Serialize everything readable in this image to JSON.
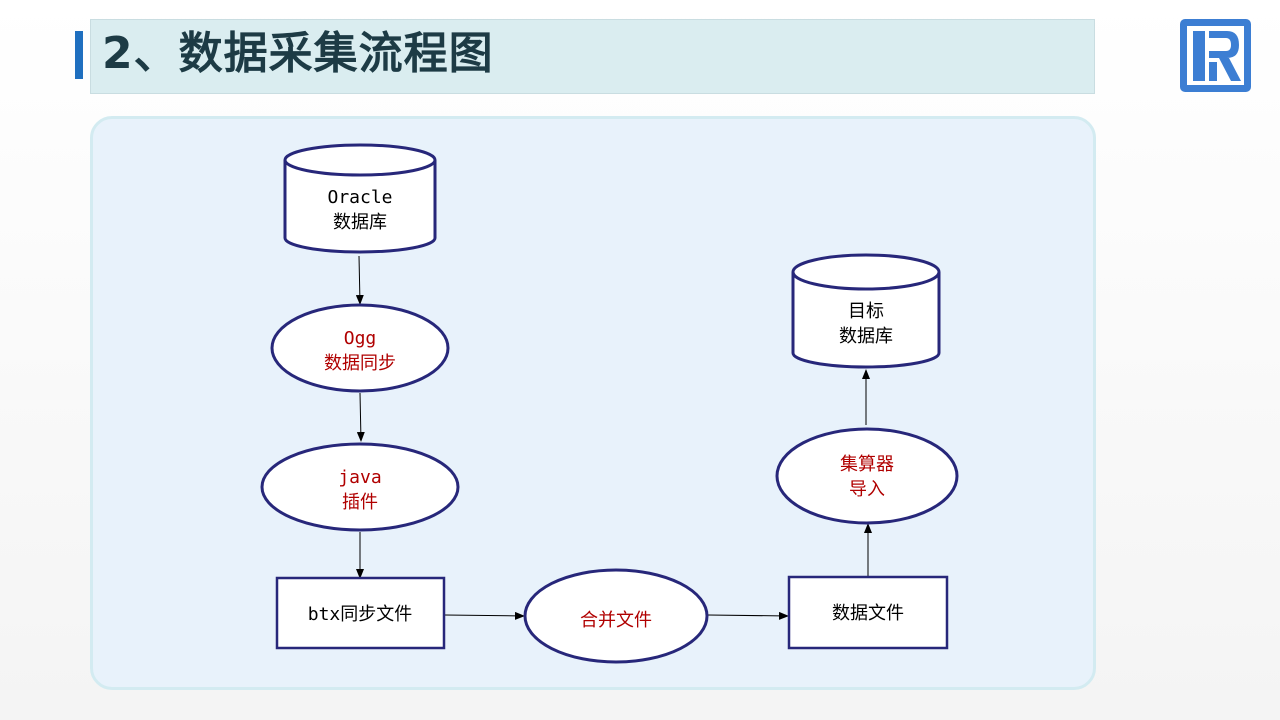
{
  "title": "2、数据采集流程图",
  "colors": {
    "accent": "#1f6fbf",
    "node_stroke": "#27277a",
    "label_dark": "#000000",
    "label_red": "#b00000"
  },
  "nodes": {
    "oracle_db": {
      "lines": [
        "Oracle",
        "数据库"
      ]
    },
    "ogg_sync": {
      "lines": [
        "Ogg",
        "数据同步"
      ]
    },
    "java_plugin": {
      "lines": [
        "java",
        "插件"
      ]
    },
    "btx_file": {
      "lines": [
        "btx同步文件"
      ]
    },
    "merge_file": {
      "lines": [
        "合并文件"
      ]
    },
    "data_file": {
      "lines": [
        "数据文件"
      ]
    },
    "esproc_import": {
      "lines": [
        "集算器",
        "导入"
      ]
    },
    "target_db": {
      "lines": [
        "目标",
        "数据库"
      ]
    }
  }
}
